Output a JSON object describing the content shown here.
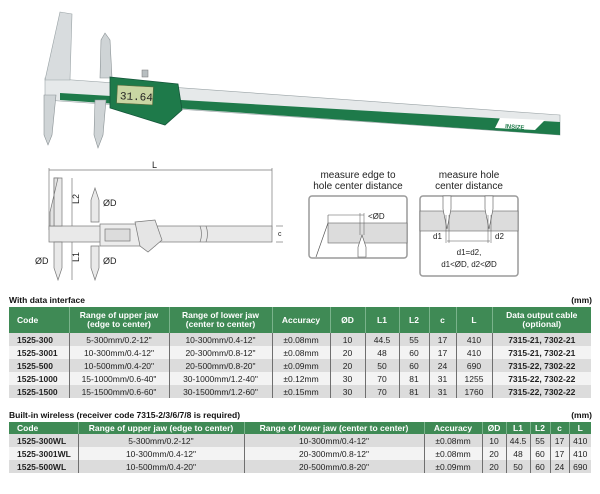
{
  "product_photo": {
    "display_reading": "31.64",
    "brand_logo": "INSIZE"
  },
  "main_diagram": {
    "labels": {
      "L": "L",
      "L1": "L1",
      "L2": "L2",
      "c": "c",
      "d_upper": "ØD",
      "d_lower_left": "ØD",
      "d_lower_right": "ØD"
    }
  },
  "detail_edge": {
    "caption_line1": "measure edge to",
    "caption_line2": "hole center distance",
    "label": "<ØD"
  },
  "detail_hole": {
    "caption_line1": "measure hole",
    "caption_line2": "center distance",
    "label_d1": "d1",
    "label_d2": "d2",
    "note_line1": "d1=d2,",
    "note_line2": "d1<ØD, d2<ØD"
  },
  "table1": {
    "title": "With data interface",
    "unit": "(mm)",
    "headers": [
      "Code",
      "Range of upper jaw (edge to center)",
      "Range of lower jaw (center to center)",
      "Accuracy",
      "ØD",
      "L1",
      "L2",
      "c",
      "L",
      "Data output cable (optional)"
    ],
    "rows": [
      [
        "1525-300",
        "5-300mm/0.2-12\"",
        "10-300mm/0.4-12\"",
        "±0.08mm",
        "10",
        "44.5",
        "55",
        "17",
        "410",
        "7315-21, 7302-21"
      ],
      [
        "1525-3001",
        "10-300mm/0.4-12\"",
        "20-300mm/0.8-12\"",
        "±0.08mm",
        "20",
        "48",
        "60",
        "17",
        "410",
        "7315-21, 7302-21"
      ],
      [
        "1525-500",
        "10-500mm/0.4-20\"",
        "20-500mm/0.8-20\"",
        "±0.09mm",
        "20",
        "50",
        "60",
        "24",
        "690",
        "7315-22, 7302-22"
      ],
      [
        "1525-1000",
        "15-1000mm/0.6-40\"",
        "30-1000mm/1.2-40\"",
        "±0.12mm",
        "30",
        "70",
        "81",
        "31",
        "1255",
        "7315-22, 7302-22"
      ],
      [
        "1525-1500",
        "15-1500mm/0.6-60\"",
        "30-1500mm/1.2-60\"",
        "±0.15mm",
        "30",
        "70",
        "81",
        "31",
        "1760",
        "7315-22, 7302-22"
      ]
    ]
  },
  "table2": {
    "title": "Built-in wireless (receiver code 7315-2/3/6/7/8 is required)",
    "unit": "(mm)",
    "headers": [
      "Code",
      "Range of upper jaw (edge to center)",
      "Range of lower jaw (center to center)",
      "Accuracy",
      "ØD",
      "L1",
      "L2",
      "c",
      "L"
    ],
    "rows": [
      [
        "1525-300WL",
        "5-300mm/0.2-12\"",
        "10-300mm/0.4-12\"",
        "±0.08mm",
        "10",
        "44.5",
        "55",
        "17",
        "410"
      ],
      [
        "1525-3001WL",
        "10-300mm/0.4-12\"",
        "20-300mm/0.8-12\"",
        "±0.08mm",
        "20",
        "48",
        "60",
        "17",
        "410"
      ],
      [
        "1525-500WL",
        "10-500mm/0.4-20\"",
        "20-500mm/0.8-20\"",
        "±0.09mm",
        "20",
        "50",
        "60",
        "24",
        "690"
      ]
    ]
  },
  "colors": {
    "header_green": "#3f8a55",
    "caliper_green": "#1e7a4a",
    "row_dark": "#dcdcdc",
    "row_light": "#f3f3f3"
  }
}
